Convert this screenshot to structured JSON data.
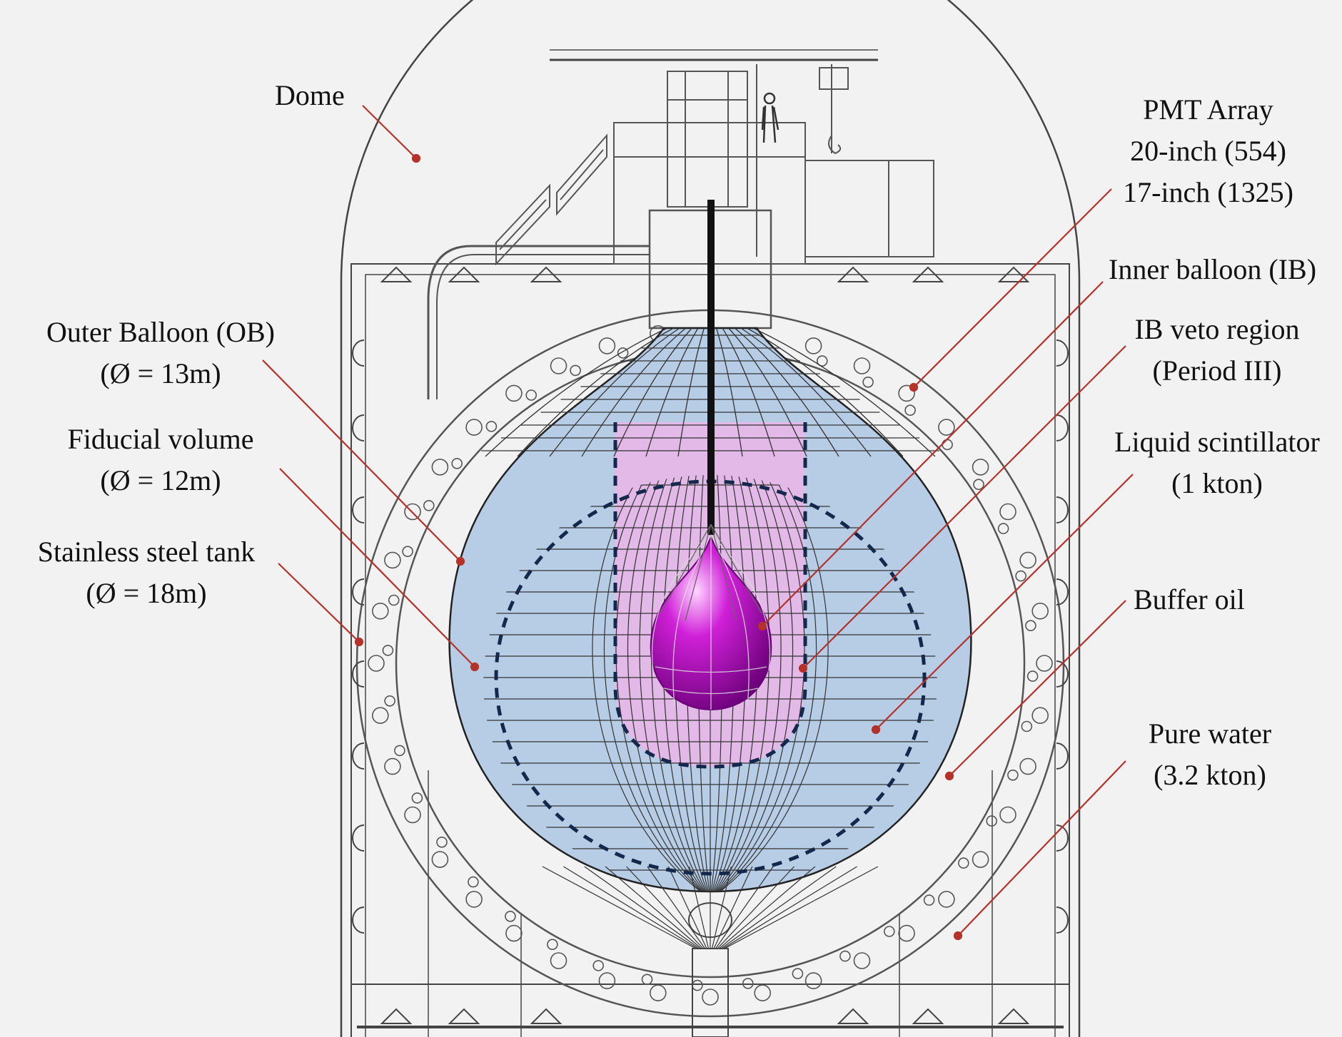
{
  "labels": {
    "dome": [
      "Dome"
    ],
    "outer_balloon": [
      "Outer Balloon (OB)",
      "(Ø = 13m)"
    ],
    "fiducial": [
      "Fiducial volume",
      "(Ø = 12m)"
    ],
    "steel_tank": [
      "Stainless steel tank",
      "(Ø = 18m)"
    ],
    "pmt": [
      "PMT Array",
      "20-inch (554)",
      "17-inch (1325)"
    ],
    "inner_balloon": [
      "Inner balloon (IB)"
    ],
    "ib_veto": [
      "IB veto region",
      "(Period III)"
    ],
    "liquid_scint": [
      "Liquid scintillator",
      "(1 kton)"
    ],
    "buffer_oil": [
      "Buffer oil"
    ],
    "pure_water": [
      "Pure water",
      "(3.2 kton)"
    ]
  },
  "colors": {
    "leader": "#b5322a",
    "liquid_scintillator": "#b7cde6",
    "ib_veto_region": "#e3b9e8",
    "inner_balloon": "#c000c8",
    "outline": "#333333"
  }
}
